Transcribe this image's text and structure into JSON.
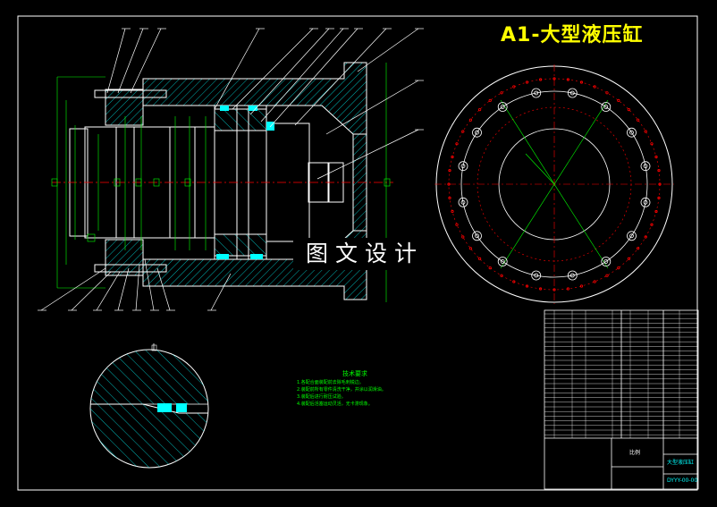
{
  "drawing": {
    "title": "A1-大型液压缸",
    "watermark": "图文设计",
    "notes": {
      "heading": "技术要求",
      "lines": [
        "1.各配合面装配前去除毛刺锐边。",
        "2.装配前所有零件清洗干净，并涂以润滑油。",
        "3.装配后进行耐压试验。",
        "4.装配后活塞运动灵活，无卡滞现象。"
      ]
    },
    "title_block": {
      "drawing_name": "大型液压缸",
      "scale_label": "比例",
      "code": "DYYY-00-00"
    }
  },
  "colors": {
    "background": "#000000",
    "outline": "#ffffff",
    "hatch": "#00ffff",
    "centerline": "#ff0000",
    "dimension": "#00ff00",
    "title": "#ffff00"
  }
}
